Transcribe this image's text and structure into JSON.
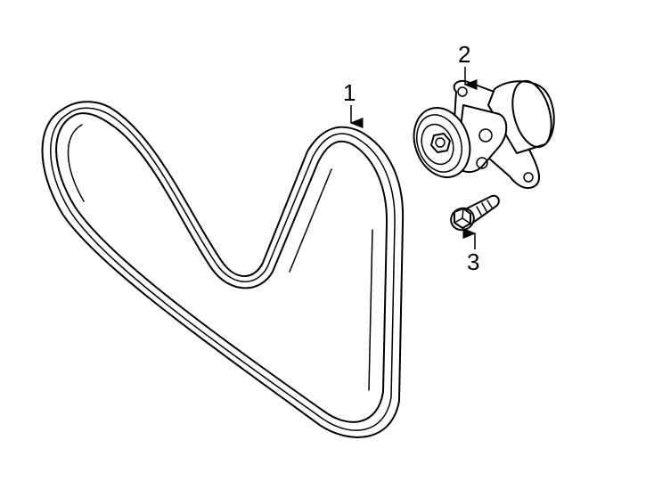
{
  "diagram": {
    "parts": [
      {
        "number": "1"
      },
      {
        "number": "2"
      },
      {
        "number": "3"
      }
    ]
  }
}
